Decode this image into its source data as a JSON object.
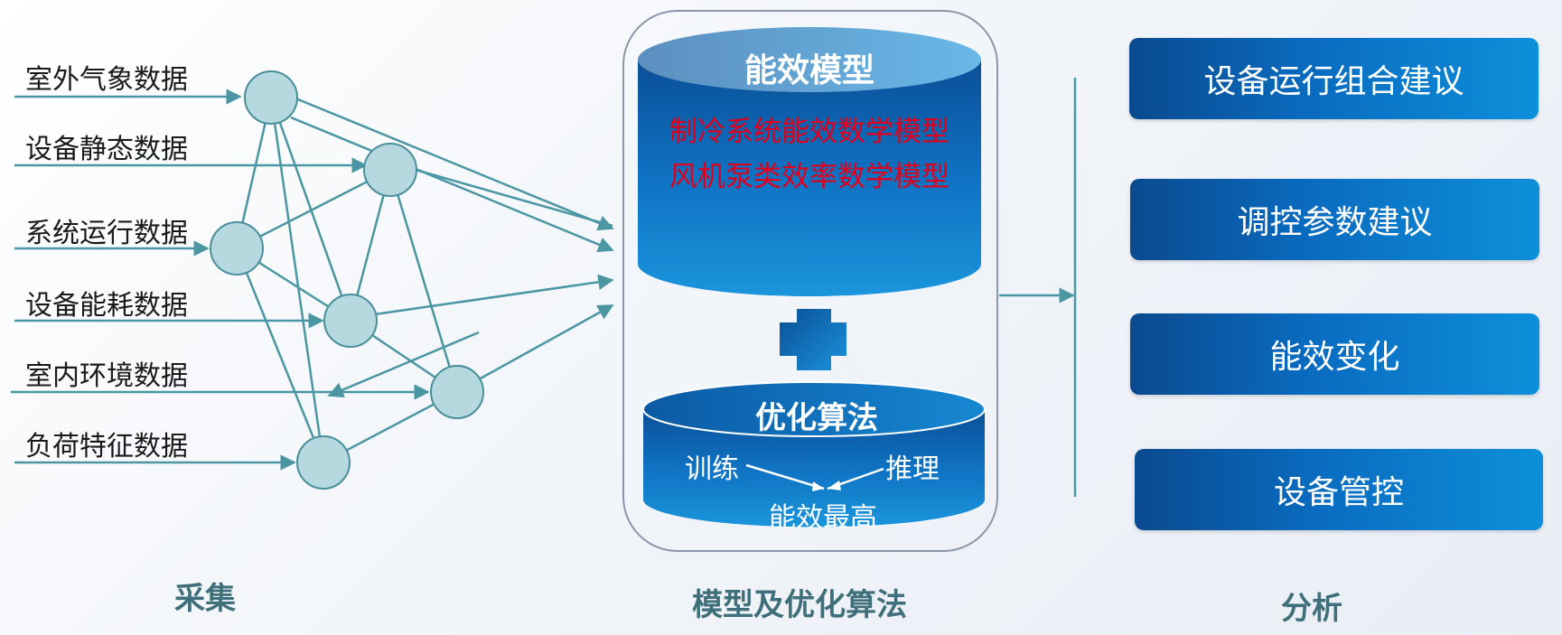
{
  "collect": {
    "title": "采集",
    "inputs": [
      "室外气象数据",
      "设备静态数据",
      "系统运行数据",
      "设备能耗数据",
      "室内环境数据",
      "负荷特征数据"
    ]
  },
  "model": {
    "title": "模型及优化算法",
    "top_cylinder": {
      "title": "能效模型",
      "items": [
        "制冷系统能效数学模型",
        "风机泵类效率数学模型"
      ]
    },
    "bottom_cylinder": {
      "title": "优化算法",
      "left": "训练",
      "right": "推理",
      "result": "能效最高"
    }
  },
  "analysis": {
    "title": "分析",
    "outputs": [
      "设备运行组合建议",
      "调控参数建议",
      "能效变化",
      "设备管控"
    ]
  },
  "colors": {
    "line": "#4a97a3",
    "node_fill": "#b5d9df",
    "cylinder_dark": "#0a5ea8",
    "cylinder_light": "#1890d8",
    "model_text_red": "#e0001b",
    "title_teal": "#3f6f7a"
  }
}
